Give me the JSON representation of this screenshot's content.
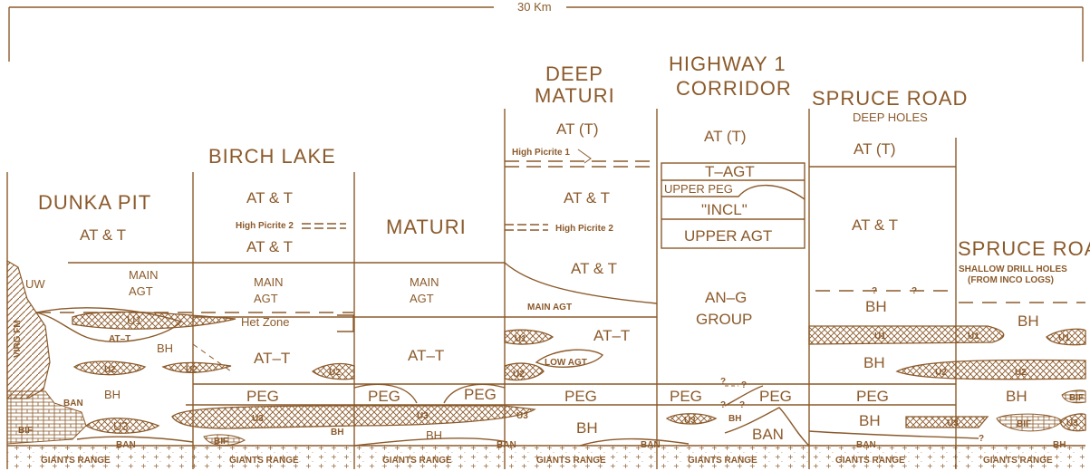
{
  "scale_label": "30 Km",
  "columns": {
    "dunka": {
      "title": "DUNKA PIT",
      "at_t": "AT & T",
      "uw": "UW",
      "main_agt_1": "MAIN",
      "main_agt_2": "AGT",
      "u1": "U1",
      "at_t2": "AT–T",
      "bh": "BH",
      "u2": "U2",
      "bh2": "BH",
      "virg": "VIRG FM",
      "ban": "BAN",
      "bif": "BIF",
      "u3": "U3",
      "ban2": "BAN"
    },
    "birch": {
      "title": "BIRCH LAKE",
      "at_t": "AT & T",
      "picrite2": "High Picrite 2",
      "at_t_b": "AT & T",
      "main_1": "MAIN",
      "main_2": "AGT",
      "het": "Het Zone",
      "at_t2": "AT–T",
      "u2": "U2",
      "peg": "PEG",
      "u3": "U3",
      "bh": "BH",
      "bif": "BIF"
    },
    "maturi": {
      "title": "MATURI",
      "main_1": "MAIN",
      "main_2": "AGT",
      "at_t2": "AT–T",
      "peg_a": "PEG",
      "peg_b": "PEG",
      "u3": "U3",
      "bh": "BH",
      "ban": "BAN"
    },
    "deep": {
      "title1": "DEEP",
      "title2": "MATURI",
      "at_t": "AT (T)",
      "picrite1": "High Picrite 1",
      "at_t_b": "AT & T",
      "picrite2": "High Picrite 2",
      "at_t_c": "AT & T",
      "main": "MAIN AGT",
      "u1": "U1",
      "at_t2": "AT–T",
      "low": "LOW AGT",
      "u2": "U2",
      "peg": "PEG",
      "u3": "U3",
      "bh": "BH",
      "ban": "BAN"
    },
    "hwy": {
      "title1": "HIGHWAY 1",
      "title2": "CORRIDOR",
      "at_t": "AT (T)",
      "tagt": "T–AGT",
      "upeg": "UPPER PEG",
      "incl": "\"INCL\"",
      "uagt": "UPPER AGT",
      "ang1": "AN–G",
      "ang2": "GROUP",
      "q": "?",
      "peg": "PEG",
      "peg2": "PEG",
      "u3": "U3",
      "bh": "BH",
      "ban": "BAN"
    },
    "spruce_deep": {
      "title": "SPRUCE ROAD",
      "sub": "DEEP HOLES",
      "at_t": "AT (T)",
      "at_t_b": "AT & T",
      "q": "?",
      "bh": "BH",
      "u1": "U1",
      "bh2": "BH",
      "u2": "U2",
      "peg": "PEG",
      "bh3": "BH",
      "u3": "U3",
      "ban": "BAN"
    },
    "spruce_shallow": {
      "title": "SPRUCE ROAD",
      "sub1": "SHALLOW DRILL HOLES",
      "sub2": "(FROM INCO LOGS)",
      "bh": "BH",
      "u1": "U1",
      "u2": "U2",
      "bh2": "BH",
      "bif": "BIF",
      "u3": "U3",
      "bh3": "BH",
      "q": "?"
    }
  },
  "giants_range": "GIANTS RANGE",
  "colors": {
    "ink": "#8B5A2B",
    "background": "#ffffff"
  }
}
